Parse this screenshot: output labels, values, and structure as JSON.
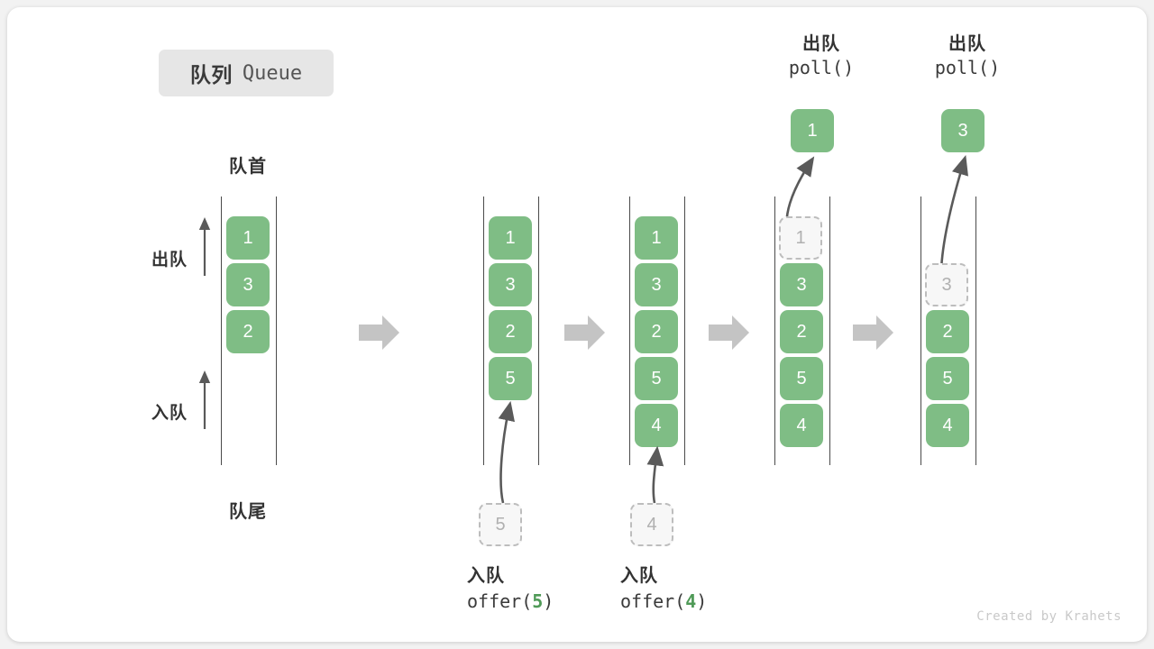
{
  "title": {
    "cn": "队列",
    "en": "Queue"
  },
  "labels": {
    "head": "队首",
    "tail": "队尾",
    "dequeue": "出队",
    "enqueue": "入队"
  },
  "colors": {
    "element": "#7fbd85",
    "ghost_fill": "#f7f7f7",
    "ghost_border": "#bdbdbd",
    "rail": "#4a4a4a",
    "flow_arrow": "#c4c4c4",
    "badge_bg": "#e6e6e6",
    "accent_text": "#4f9a57"
  },
  "operations": {
    "offer_cn": "入队",
    "poll_cn": "出队",
    "offer_5_code_pre": "offer(",
    "offer_5_code_num": "5",
    "offer_5_code_post": ")",
    "offer_4_code_pre": "offer(",
    "offer_4_code_num": "4",
    "offer_4_code_post": ")",
    "poll_code": "poll()"
  },
  "columns": [
    {
      "name": "initial-queue",
      "cells": [
        "1",
        "3",
        "2"
      ],
      "ghost_index": null,
      "popped": null,
      "incoming": null
    },
    {
      "name": "after-offer-5",
      "cells": [
        "1",
        "3",
        "2",
        "5"
      ],
      "ghost_index": null,
      "popped": null,
      "incoming": "5"
    },
    {
      "name": "after-offer-4",
      "cells": [
        "1",
        "3",
        "2",
        "5",
        "4"
      ],
      "ghost_index": null,
      "popped": null,
      "incoming": "4"
    },
    {
      "name": "after-poll-1",
      "cells": [
        "1",
        "3",
        "2",
        "5",
        "4"
      ],
      "ghost_index": 0,
      "popped": "1",
      "incoming": null
    },
    {
      "name": "after-poll-3",
      "cells": [
        "",
        "3",
        "2",
        "5",
        "4"
      ],
      "ghost_index": 1,
      "popped": "3",
      "incoming": null
    }
  ],
  "credit": "Created by Krahets"
}
